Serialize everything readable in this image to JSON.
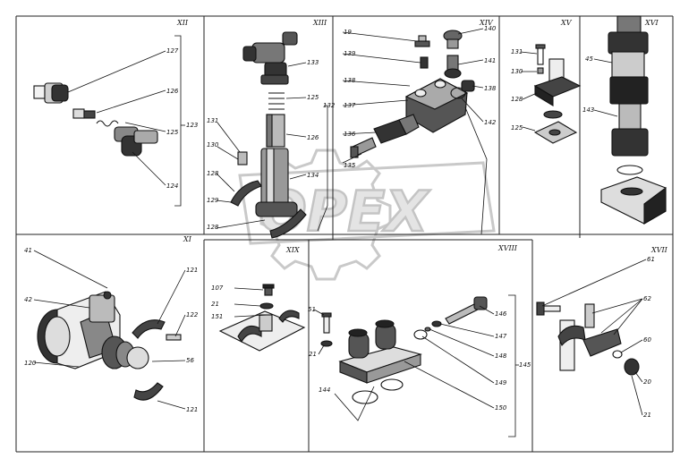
{
  "watermark": {
    "text": "OPEX"
  },
  "panels": [
    {
      "id": "XII-top",
      "numeral": "XII",
      "labels": [
        "127",
        "126",
        "125",
        "123",
        "124"
      ]
    },
    {
      "id": "XIII",
      "numeral": "XIII",
      "labels": [
        "133",
        "125",
        "132",
        "126",
        "131",
        "130",
        "128",
        "134",
        "129",
        "128"
      ]
    },
    {
      "id": "XIV",
      "numeral": "XIV",
      "labels": [
        "19",
        "140",
        "139",
        "141",
        "138",
        "138",
        "137",
        "142",
        "136",
        "135"
      ]
    },
    {
      "id": "XV",
      "numeral": "XV",
      "labels": [
        "131",
        "130",
        "128",
        "125"
      ]
    },
    {
      "id": "XVI",
      "numeral": "XVI",
      "labels": [
        "45",
        "143"
      ]
    },
    {
      "id": "XI",
      "numeral": "XI",
      "labels": [
        "41",
        "121",
        "42",
        "122",
        "120",
        "56",
        "121"
      ]
    },
    {
      "id": "XIX",
      "numeral": "XIX",
      "labels": [
        "107",
        "21",
        "151"
      ]
    },
    {
      "id": "XVIII",
      "numeral": "XVIII",
      "labels": [
        "51",
        "146",
        "147",
        "21",
        "148",
        "145",
        "149",
        "144",
        "150"
      ]
    },
    {
      "id": "XVII",
      "numeral": "XVII",
      "labels": [
        "61",
        "62",
        "60",
        "20",
        "21"
      ]
    }
  ]
}
